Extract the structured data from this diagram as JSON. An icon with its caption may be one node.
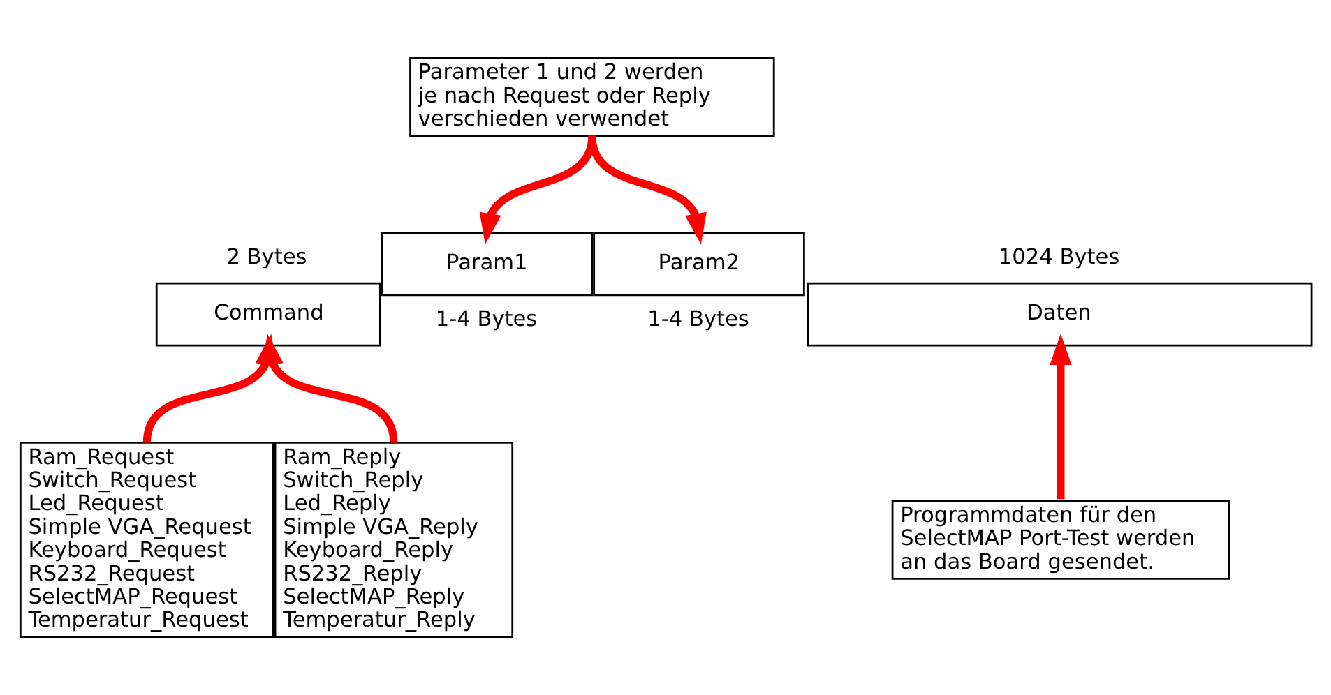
{
  "diagram": {
    "nodes": [
      {
        "text": [
          "Parameter 1 und 2 werden je nach Request oder Reply verschieden verwendet"
        ]
      },
      {
        "text": [
          "Command"
        ],
        "beside": [
          "2 Bytes"
        ]
      },
      {
        "text": [
          "Param1"
        ],
        "beside": [
          "1-4 Bytes"
        ]
      },
      {
        "text": [
          "Param2"
        ],
        "beside": [
          "1-4 Bytes"
        ]
      },
      {
        "text": [
          "Daten"
        ],
        "beside": [
          "1024 Bytes"
        ]
      },
      {
        "text": [
          "Ram_Request",
          "Switch_Request",
          "Led_Request",
          "Simple VGA_Request",
          "Keyboard_Request",
          "RS232_Request",
          "SelectMAP_Request",
          "Temperatur_Request"
        ]
      },
      {
        "text": [
          "Ram_Reply",
          "Switch_Reply",
          "Led_Reply",
          "Simple VGA_Reply",
          "Keyboard_Reply",
          "RS232_Reply",
          "SelectMAP_Reply",
          "Temperatur_Reply"
        ]
      },
      {
        "text": [
          "Programmdaten für den SelectMAP Port-Test werden an das Board gesendet."
        ]
      }
    ],
    "edges": [
      {
        "from": 0,
        "to": 2,
        "arrow": "to"
      },
      {
        "from": 0,
        "to": 3,
        "arrow": "to"
      },
      {
        "from": 5,
        "to": 1,
        "arrow": "to"
      },
      {
        "from": 6,
        "to": 1,
        "arrow": "to"
      },
      {
        "from": 7,
        "to": 4,
        "arrow": "to"
      }
    ]
  }
}
